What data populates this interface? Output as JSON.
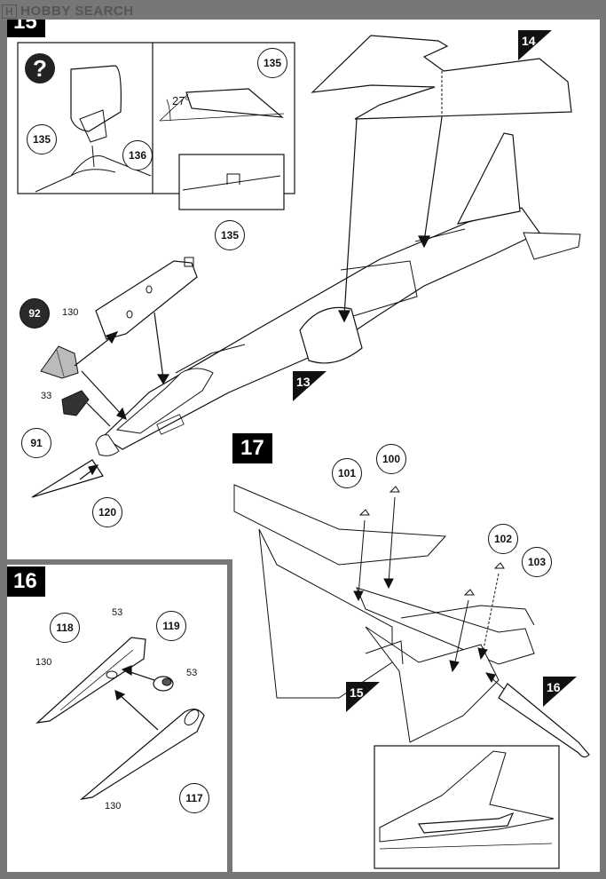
{
  "watermark": "HOBBY SEARCH",
  "steps": {
    "s15": "15",
    "s16": "16",
    "s17": "17"
  },
  "step15": {
    "question_mark": "?",
    "angle": "27°",
    "callouts": {
      "c135_a": "135",
      "c136": "136",
      "c135_b": "135",
      "c135_c": "135",
      "c92": "92",
      "c91": "91",
      "c120": "120"
    },
    "labels": {
      "l130": "130",
      "l33": "33"
    },
    "refs": {
      "r14": "14",
      "r13": "13"
    }
  },
  "step16": {
    "callouts": {
      "c118": "118",
      "c119": "119",
      "c117": "117"
    },
    "labels": {
      "l53_a": "53",
      "l53_b": "53",
      "l130_a": "130",
      "l130_b": "130"
    }
  },
  "step17": {
    "callouts": {
      "c101": "101",
      "c100": "100",
      "c102": "102",
      "c103": "103"
    },
    "refs": {
      "r15": "15",
      "r16": "16"
    }
  },
  "colors": {
    "background": "#777777",
    "panel": "#ffffff",
    "ink": "#111111"
  }
}
